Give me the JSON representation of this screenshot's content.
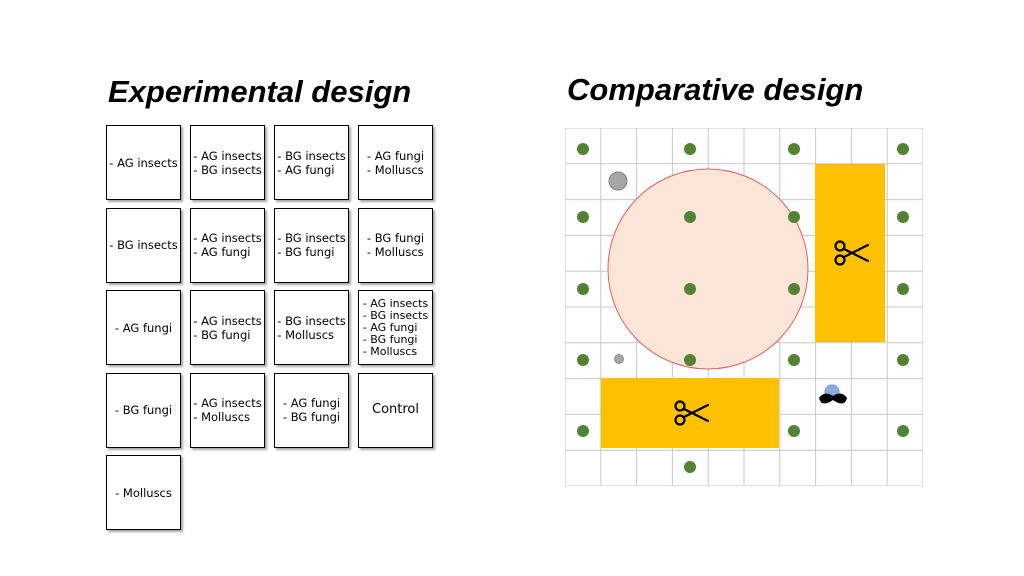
{
  "experimental": {
    "title": "Experimental design",
    "cells": [
      [
        "- AG insects"
      ],
      [
        "- AG insects",
        "- BG insects"
      ],
      [
        "- BG insects",
        "- AG fungi"
      ],
      [
        "- AG fungi",
        "- Molluscs"
      ],
      [
        "- BG insects"
      ],
      [
        "- AG insects",
        "- AG fungi"
      ],
      [
        "- BG insects",
        "- BG fungi"
      ],
      [
        "- BG fungi",
        "- Molluscs"
      ],
      [
        "- AG fungi"
      ],
      [
        "- AG insects",
        "- BG fungi"
      ],
      [
        "- BG insects",
        "- Molluscs"
      ],
      [
        "- AG insects",
        "- BG insects",
        "- AG fungi",
        "- BG fungi",
        "- Molluscs"
      ],
      [
        "- BG fungi"
      ],
      [
        "- AG insects",
        "- Molluscs"
      ],
      [
        "- AG fungi",
        "- BG fungi"
      ],
      [
        "Control"
      ],
      [
        "- Molluscs"
      ]
    ]
  },
  "comparative": {
    "title": "Comparative design",
    "grid": {
      "cols": 10,
      "rows": 10
    },
    "colors": {
      "grid_line": "#c8c8c8",
      "dot": "#548235",
      "rect": "#FFC000",
      "circle_fill": "#FBE5D6",
      "circle_stroke": "#E06060",
      "gray_dot": "#A6A6A6",
      "blue_dot": "#8FAADC"
    },
    "icons": [
      "scissors-icon",
      "scissors-icon",
      "mustache-icon"
    ]
  }
}
